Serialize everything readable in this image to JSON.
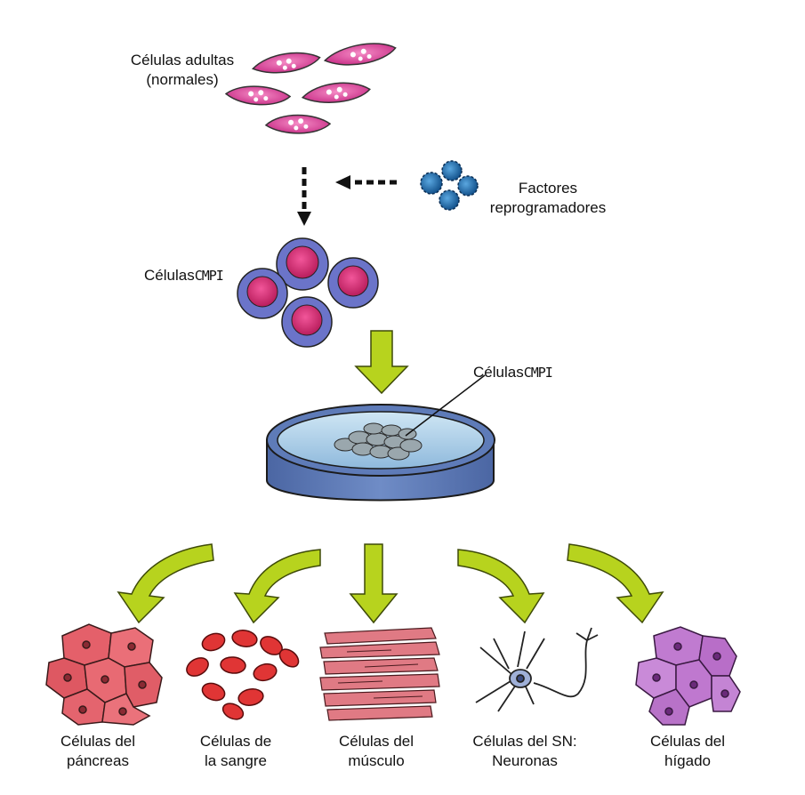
{
  "labels": {
    "adult_cells_line1": "Células adultas",
    "adult_cells_line2": "(normales)",
    "factors_line1": "Factores",
    "factors_line2": "reprogramadores",
    "ipsc_word": "Células",
    "ipsc_abbr": "CMPI",
    "dish_word": "Células",
    "dish_abbr": "CMPI"
  },
  "outputs": [
    {
      "line1": "Células del",
      "line2": "páncreas"
    },
    {
      "line1": "Células de",
      "line2": "la sangre"
    },
    {
      "line1": "Células del",
      "line2": "músculo"
    },
    {
      "line1": "Células del SN:",
      "line2": "Neuronas"
    },
    {
      "line1": "Células del",
      "line2": "hígado"
    }
  ],
  "colors": {
    "adult_cell": "#d9459a",
    "factor": "#1f6fb3",
    "ipsc_outer": "#6b74c9",
    "ipsc_inner": "#d8306f",
    "dish": "#5e7bb8",
    "arrow_green": "#b7d31e",
    "pancreas": "#e4606a",
    "blood": "#e03535",
    "muscle": "#e07a84",
    "liver": "#c07bd0"
  }
}
